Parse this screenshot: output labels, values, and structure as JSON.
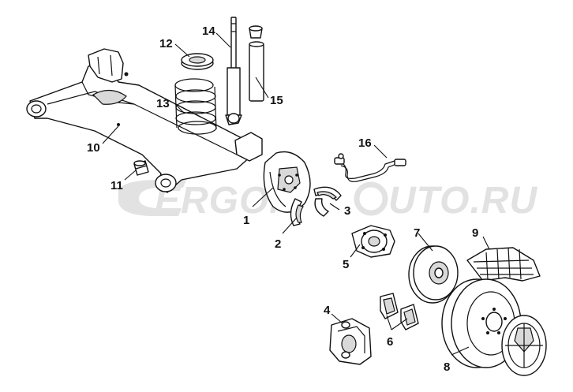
{
  "watermark": {
    "left": "ERGON",
    "right": "UTO.RU"
  },
  "callouts": {
    "c1": "1",
    "c2": "2",
    "c3": "3",
    "c4": "4",
    "c5": "5",
    "c6": "6",
    "c7": "7",
    "c8": "8",
    "c9": "9",
    "c10": "10",
    "c11": "11",
    "c12": "12",
    "c13": "13",
    "c14": "14",
    "c15": "15",
    "c16": "16"
  }
}
